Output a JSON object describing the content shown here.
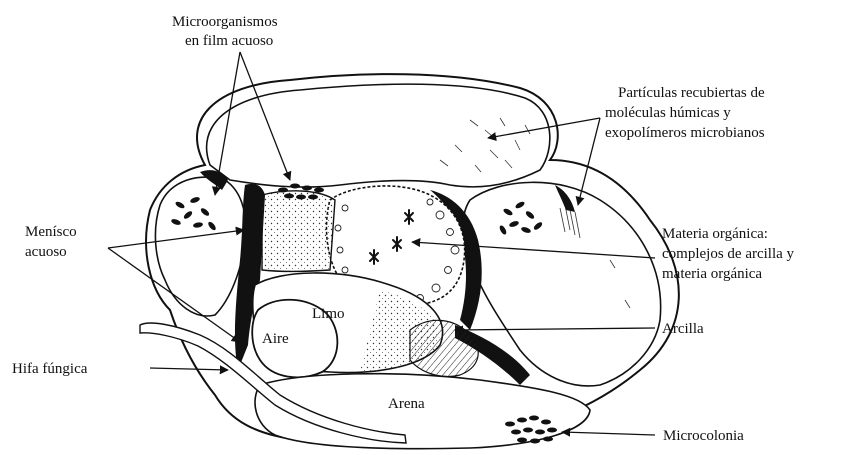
{
  "colors": {
    "ink": "#111111",
    "paper": "#ffffff"
  },
  "labels": {
    "microorganismos_1": "Microorganismos",
    "microorganismos_2": "en film acuoso",
    "particulas_1": "Partículas recubiertas de",
    "particulas_2": "moléculas húmicas y",
    "particulas_3": "exopolímeros microbianos",
    "menisco_1": "Menísco",
    "menisco_2": "acuoso",
    "materia_1": "Materia orgánica:",
    "materia_2": "complejos de arcilla y",
    "materia_3": "materia orgánica",
    "arcilla": "Arcilla",
    "hifa": "Hifa fúngica",
    "microcolonia": "Microcolonia",
    "limo": "Limo",
    "aire": "Aire",
    "arena": "Arena"
  }
}
